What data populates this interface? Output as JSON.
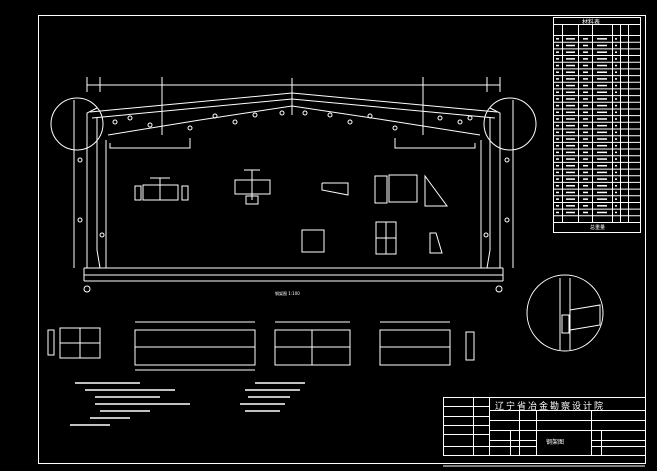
{
  "colors": {
    "background": "#000000",
    "lines": "#ffffff"
  },
  "title_block": {
    "company": "辽宁省冶金勘察设计院",
    "drawing_name": "钢架图",
    "rows_left": [
      "",
      "",
      "",
      "",
      "",
      ""
    ]
  },
  "material_table": {
    "title": "材料表",
    "footer": "总重量",
    "row_count": 27
  },
  "frame": {
    "caption": "钢架图 1:100"
  }
}
